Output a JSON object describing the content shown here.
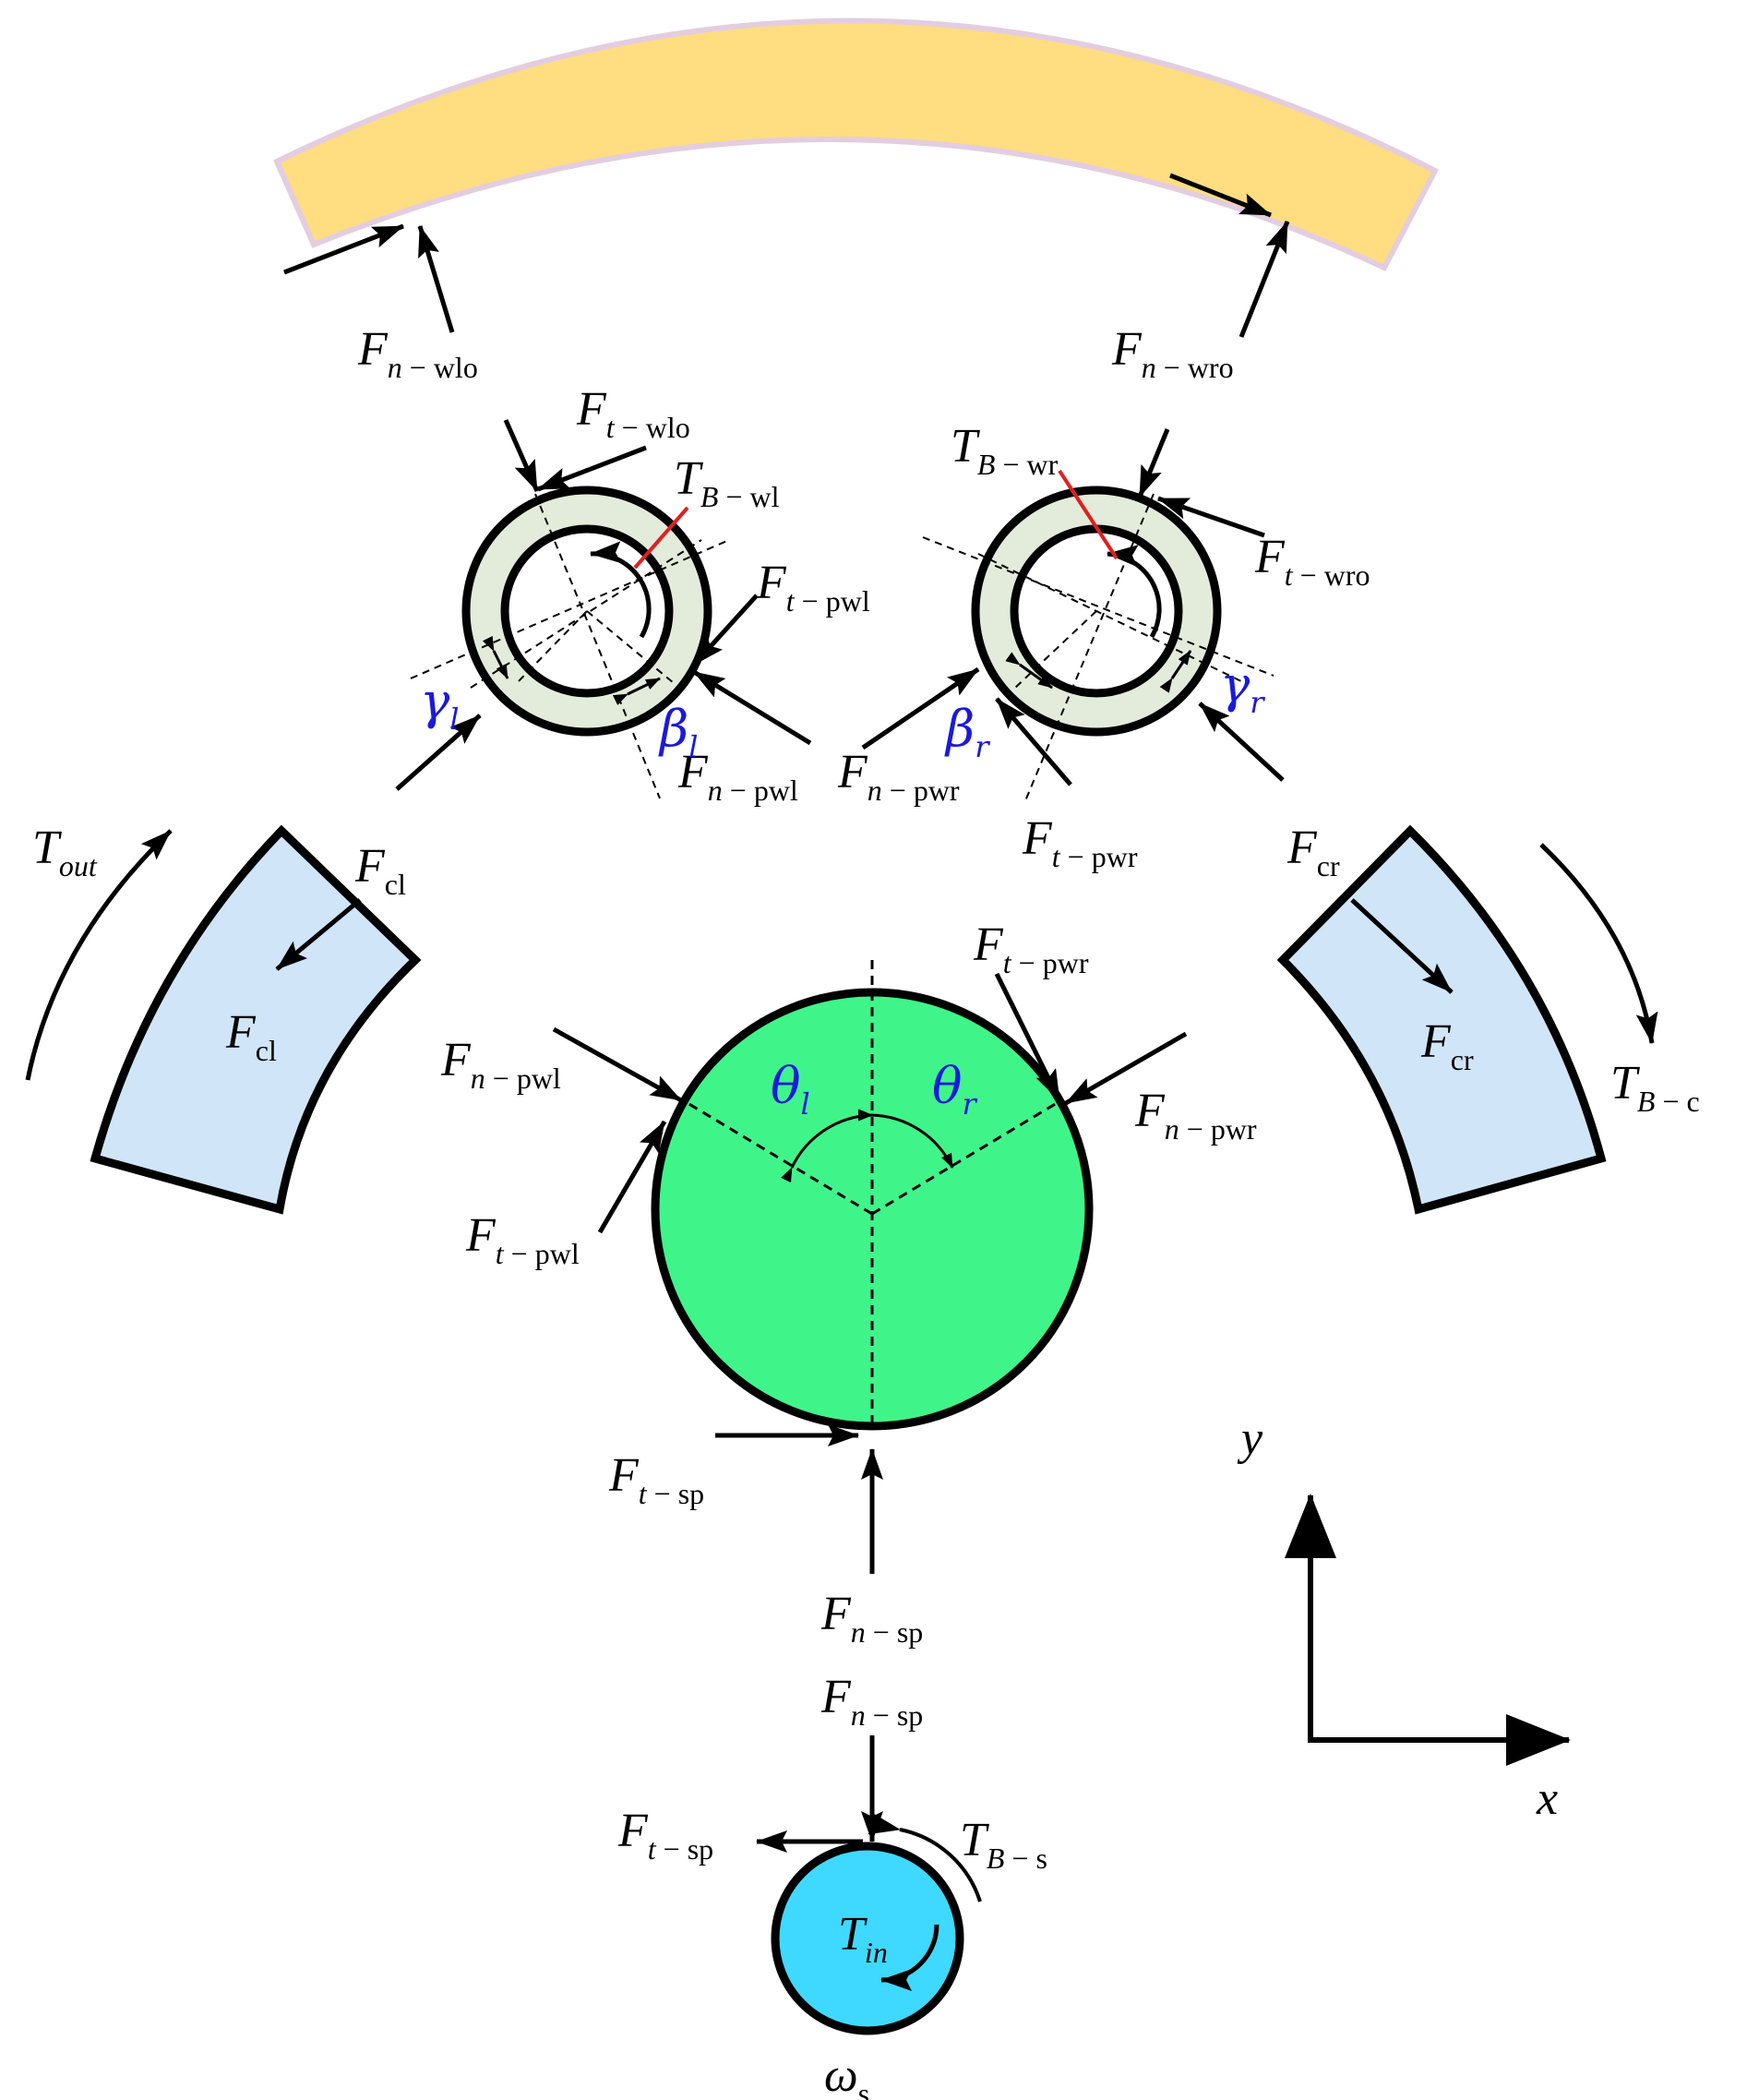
{
  "colors": {
    "ring_fill": "#ffdd80",
    "ring_outline": "#e3cde0",
    "wedge_fill": "#d0e5f8",
    "planet_ring_fill": "#e3ecdb",
    "carrier_disc_fill": "#3ff58a",
    "sun_fill": "#3fd9ff",
    "angle_label": "#1a1adb",
    "red_leader": "#e02020"
  },
  "labels": {
    "Fn_wlo": {
      "main": "F",
      "italic_sub": "n",
      "sub": " − wlo"
    },
    "Ft_wlo": {
      "main": "F",
      "italic_sub": "t",
      "sub": " − wlo"
    },
    "TB_wl": {
      "main": "T",
      "italic_sub": "B",
      "sub": " − wl"
    },
    "Ft_pwl_top": {
      "main": "F",
      "italic_sub": "t",
      "sub": " − pwl"
    },
    "Fn_pwl_top": {
      "main": "F",
      "italic_sub": "n",
      "sub": " − pwl"
    },
    "Fn_wro": {
      "main": "F",
      "italic_sub": "n",
      "sub": " − wro"
    },
    "TB_wr": {
      "main": "T",
      "italic_sub": "B",
      "sub": " − wr"
    },
    "Ft_wro": {
      "main": "F",
      "italic_sub": "t",
      "sub": " − wro"
    },
    "Fn_pwr_top": {
      "main": "F",
      "italic_sub": "n",
      "sub": " − pwr"
    },
    "Ft_pwr_top": {
      "main": "F",
      "italic_sub": "t",
      "sub": " − pwr"
    },
    "Tout": {
      "main": "T",
      "italic_sub": "out",
      "sub": ""
    },
    "Fcl_top": {
      "main": "F",
      "italic_sub": "",
      "sub": "cl"
    },
    "Fcl_in": {
      "main": "F",
      "italic_sub": "",
      "sub": "cl"
    },
    "Fcr_top": {
      "main": "F",
      "italic_sub": "",
      "sub": "cr"
    },
    "Fcr_in": {
      "main": "F",
      "italic_sub": "",
      "sub": "cr"
    },
    "TB_c": {
      "main": "T",
      "italic_sub": "B",
      "sub": " − c"
    },
    "Ft_pwr_mid": {
      "main": "F",
      "italic_sub": "t",
      "sub": " − pwr"
    },
    "Fn_pwl_mid": {
      "main": "F",
      "italic_sub": "n",
      "sub": " − pwl"
    },
    "Fn_pwr_mid": {
      "main": "F",
      "italic_sub": "n",
      "sub": " − pwr"
    },
    "Ft_pwl_mid": {
      "main": "F",
      "italic_sub": "t",
      "sub": " − pwl"
    },
    "Ft_sp_mid": {
      "main": "F",
      "italic_sub": "t",
      "sub": " − sp"
    },
    "Fn_sp_a": {
      "main": "F",
      "italic_sub": "n",
      "sub": " − sp"
    },
    "Fn_sp_b": {
      "main": "F",
      "italic_sub": "n",
      "sub": " − sp"
    },
    "Ft_sp_bot": {
      "main": "F",
      "italic_sub": "t",
      "sub": " − sp"
    },
    "TB_s": {
      "main": "T",
      "italic_sub": "B",
      "sub": " − s"
    },
    "Tin": {
      "main": "T",
      "italic_sub": "in",
      "sub": ""
    },
    "omega_s": {
      "main": "ω",
      "italic_sub": "",
      "sub": "s"
    }
  },
  "angles": {
    "gamma_l": {
      "main": "γ",
      "sub": "l"
    },
    "beta_l": {
      "main": "β",
      "sub": "l"
    },
    "beta_r": {
      "main": "β",
      "sub": "r"
    },
    "gamma_r": {
      "main": "γ",
      "sub": "r"
    },
    "theta_l": {
      "main": "θ",
      "sub": "l"
    },
    "theta_r": {
      "main": "θ",
      "sub": "r"
    }
  },
  "axes": {
    "x": "x",
    "y": "y"
  }
}
